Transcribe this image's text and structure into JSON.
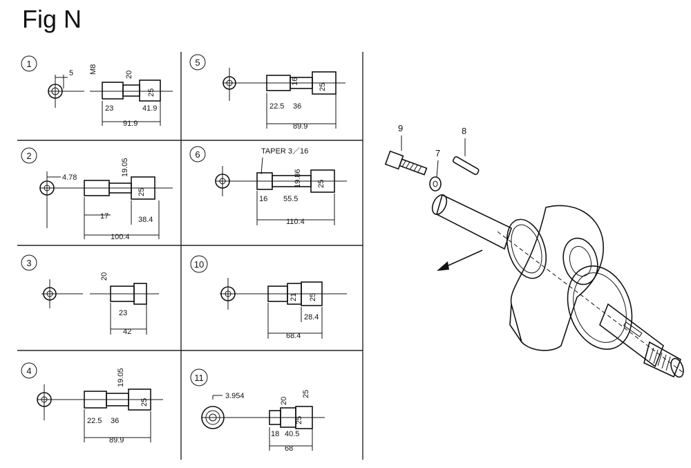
{
  "figure": {
    "title": "Fig N"
  },
  "panels": [
    {
      "id": "1",
      "dims": {
        "a": "5",
        "b": "M8",
        "c": "20",
        "d": "25",
        "e": "23",
        "f": "41.9",
        "g": "91.9"
      }
    },
    {
      "id": "5",
      "dims": {
        "a": "16",
        "b": "25",
        "c": "22.5",
        "d": "36",
        "e": "89.9"
      }
    },
    {
      "id": "2",
      "dims": {
        "a": "4.78",
        "b": "19.05",
        "c": "25",
        "d": "17",
        "e": "38.4",
        "f": "100.4"
      }
    },
    {
      "id": "6",
      "dims": {
        "taper": "TAPER 3／16",
        "a": "19.86",
        "b": "25",
        "c": "16",
        "d": "55.5",
        "e": "110.4"
      }
    },
    {
      "id": "3",
      "dims": {
        "a": "20",
        "b": "23",
        "c": "42"
      }
    },
    {
      "id": "10",
      "dims": {
        "a": "21",
        "b": "25",
        "c": "28.4",
        "d": "68.4"
      }
    },
    {
      "id": "4",
      "dims": {
        "a": "19.05",
        "b": "25",
        "c": "22.5",
        "d": "36",
        "e": "89.9"
      }
    },
    {
      "id": "11",
      "dims": {
        "a": "3.954",
        "b": "20",
        "c": "25",
        "d": "25",
        "e": "18",
        "f": "40.5",
        "g": "68"
      }
    }
  ],
  "callouts": [
    "9",
    "7",
    "8"
  ]
}
